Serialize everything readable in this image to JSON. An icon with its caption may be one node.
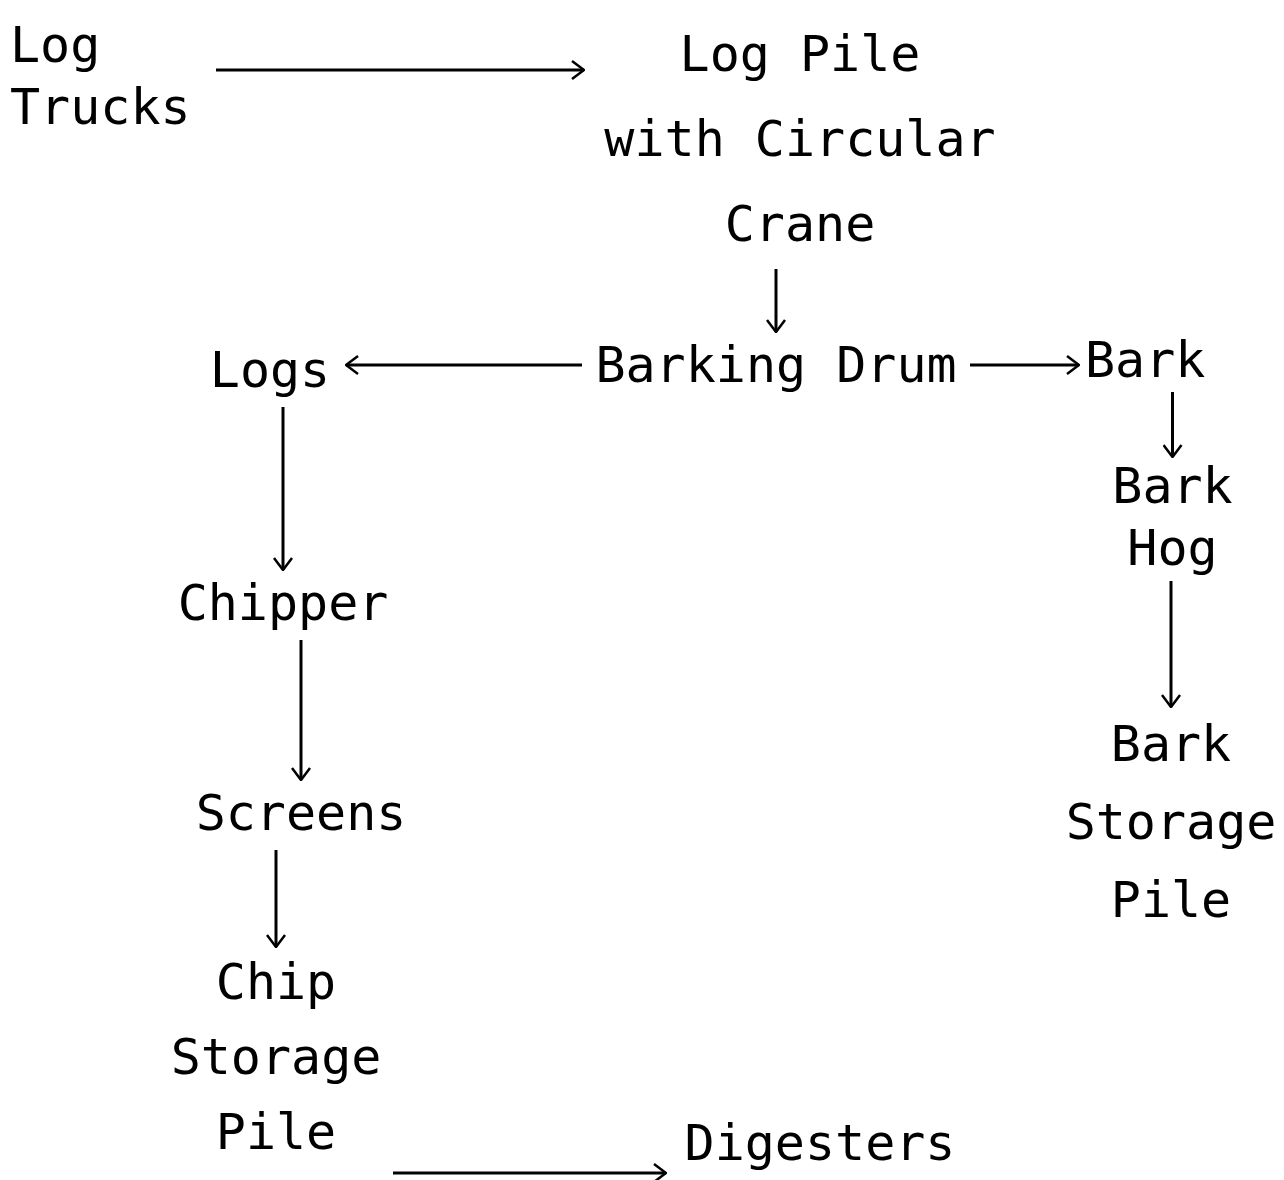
{
  "diagram": {
    "nodes": [
      {
        "text": [
          "Log Trucks"
        ]
      },
      {
        "text": [
          "Log Pile with Circular Crane"
        ]
      },
      {
        "text": [
          "Barking Drum"
        ]
      },
      {
        "text": [
          "Logs"
        ]
      },
      {
        "text": [
          "Bark"
        ]
      },
      {
        "text": [
          "Bark Hog"
        ]
      },
      {
        "text": [
          "Bark Storage Pile"
        ]
      },
      {
        "text": [
          "Chipper"
        ]
      },
      {
        "text": [
          "Screens"
        ]
      },
      {
        "text": [
          "Chip Storage Pile"
        ]
      },
      {
        "text": [
          "Digesters"
        ]
      }
    ],
    "edges": [
      {
        "from": 0,
        "to": 1,
        "arrow": "to"
      },
      {
        "from": 1,
        "to": 2,
        "arrow": "to"
      },
      {
        "from": 2,
        "to": 3,
        "arrow": "to"
      },
      {
        "from": 2,
        "to": 4,
        "arrow": "to"
      },
      {
        "from": 4,
        "to": 5,
        "arrow": "to"
      },
      {
        "from": 5,
        "to": 6,
        "arrow": "to"
      },
      {
        "from": 3,
        "to": 7,
        "arrow": "to"
      },
      {
        "from": 7,
        "to": 8,
        "arrow": "to"
      },
      {
        "from": 8,
        "to": 9,
        "arrow": "to"
      },
      {
        "from": 9,
        "to": 10,
        "arrow": "to"
      }
    ]
  }
}
